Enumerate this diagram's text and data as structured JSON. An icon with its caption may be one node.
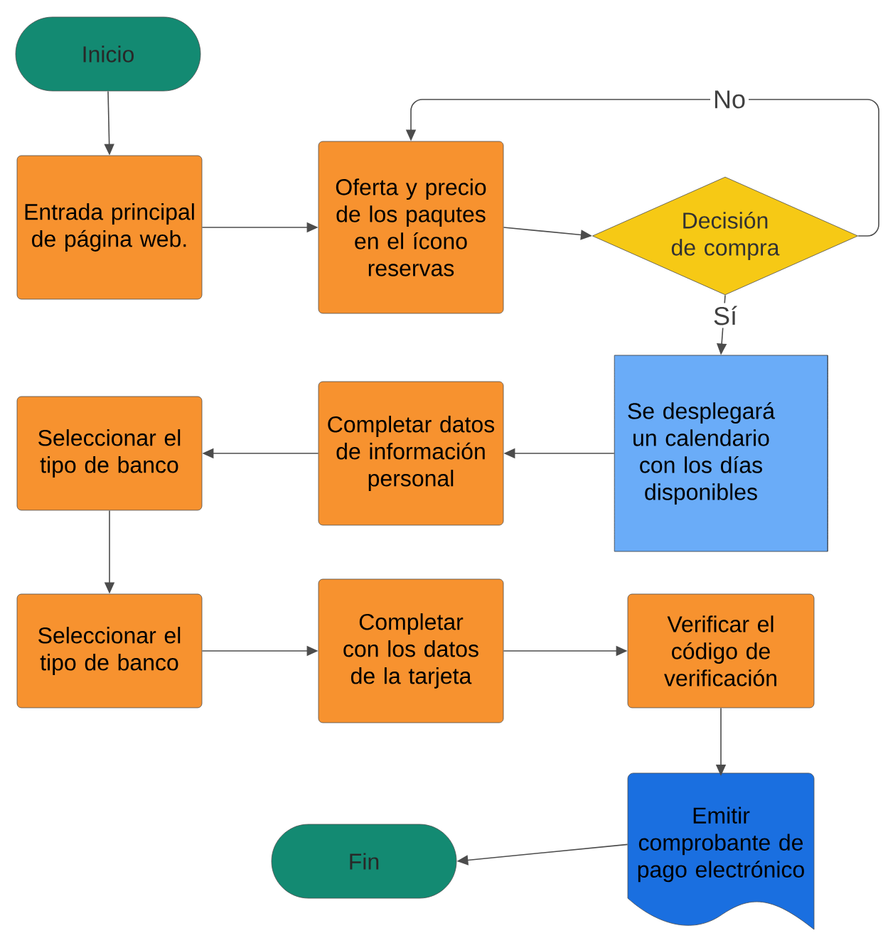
{
  "diagram": {
    "nodes": [
      {
        "text": [
          "Inicio"
        ]
      },
      {
        "text": [
          "Entrada principal de página web."
        ]
      },
      {
        "text": [
          "Oferta y precio de los paqutes en el ícono reservas"
        ]
      },
      {
        "text": [
          "Decisión de compra"
        ]
      },
      {
        "text": [
          "Se desplegará un calendario con los días disponibles"
        ]
      },
      {
        "text": [
          "Completar datos de información personal"
        ]
      },
      {
        "text": [
          "Seleccionar el tipo de banco"
        ]
      },
      {
        "text": [
          "Seleccionar el tipo de banco"
        ]
      },
      {
        "text": [
          "Completar con los datos de la tarjeta"
        ]
      },
      {
        "text": [
          "Verificar el código de verificación"
        ]
      },
      {
        "text": [
          "Emitir comprobante de pago electrónico"
        ]
      },
      {
        "text": [
          "Fin"
        ]
      }
    ],
    "edges": [
      {
        "from": 0,
        "to": 1,
        "arrow": "to"
      },
      {
        "from": 1,
        "to": 2,
        "arrow": "to"
      },
      {
        "from": 2,
        "to": 3,
        "arrow": "to"
      },
      {
        "from": 3,
        "to": 2,
        "arrow": "to",
        "label": "No"
      },
      {
        "from": 3,
        "to": 4,
        "arrow": "to",
        "label": "Sí"
      },
      {
        "from": 4,
        "to": 5,
        "arrow": "to"
      },
      {
        "from": 5,
        "to": 6,
        "arrow": "to"
      },
      {
        "from": 6,
        "to": 7,
        "arrow": "to"
      },
      {
        "from": 7,
        "to": 8,
        "arrow": "to"
      },
      {
        "from": 8,
        "to": 9,
        "arrow": "to"
      },
      {
        "from": 9,
        "to": 10,
        "arrow": "to"
      },
      {
        "from": 10,
        "to": 11,
        "arrow": "to"
      }
    ]
  }
}
